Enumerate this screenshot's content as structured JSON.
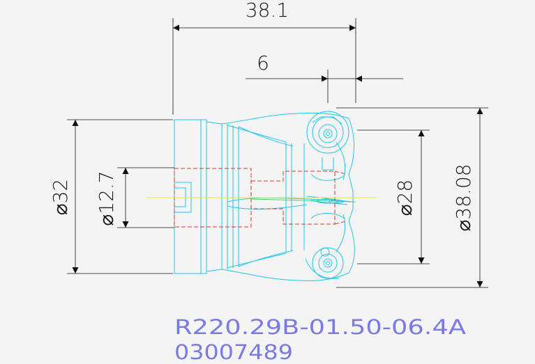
{
  "drawing": {
    "dimensions": {
      "overall_length": "38.1",
      "edge_offset": "6",
      "shank_diameter": "⌀32",
      "bore_diameter": "⌀12.7",
      "inner_diameter": "⌀28",
      "cutting_diameter": "⌀38.08"
    },
    "part_number": "R220.29B-01.50-06.4A",
    "article_number": "03007489",
    "colors": {
      "outline": "#1ec8e6",
      "hidden": "#e0352b",
      "centerline": "#e8e830",
      "dimension": "#111111",
      "text": "#7a7ae6"
    }
  }
}
